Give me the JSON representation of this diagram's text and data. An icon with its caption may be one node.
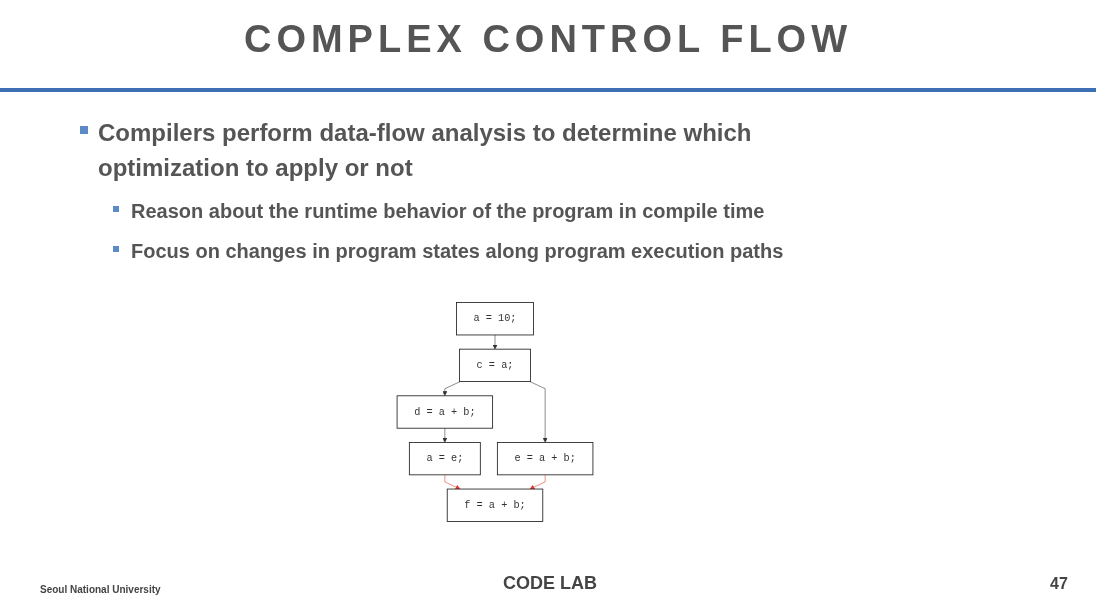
{
  "diagram": {
    "title": "COMPLEX CONTROL FLOW",
    "nodes": [
      {
        "text": [
          "a = 10;"
        ]
      },
      {
        "text": [
          "c = a;"
        ]
      },
      {
        "text": [
          "d = a + b;"
        ]
      },
      {
        "text": [
          "e = a + b;"
        ]
      },
      {
        "text": [
          "a = e;"
        ]
      },
      {
        "text": [
          "f = a + b;"
        ]
      }
    ],
    "edges": [
      {
        "from": 0,
        "to": 1,
        "arrow": "to"
      },
      {
        "from": 1,
        "to": 2,
        "arrow": "to"
      },
      {
        "from": 1,
        "to": 3,
        "arrow": "to"
      },
      {
        "from": 2,
        "to": 4,
        "arrow": "to"
      },
      {
        "from": 4,
        "to": 5,
        "arrow": "to",
        "color": "#e03c31"
      },
      {
        "from": 3,
        "to": 5,
        "arrow": "to",
        "color": "#e03c31"
      }
    ],
    "labels": [
      "Compilers perform data-flow analysis to determine which optimization to apply or not",
      "Reason about the runtime behavior of the program in compile time",
      "Focus on changes in program states along program execution paths",
      "Seoul National University",
      "CODE LAB",
      "47"
    ]
  }
}
